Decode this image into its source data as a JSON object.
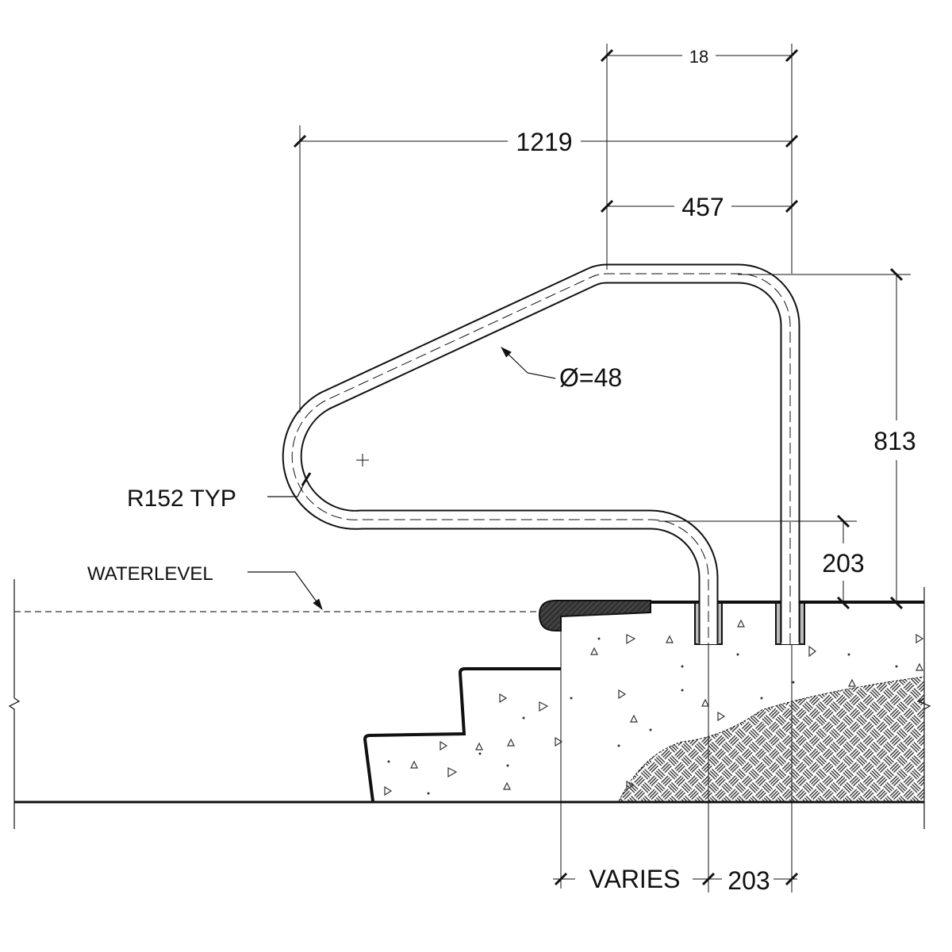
{
  "dimensions": {
    "top_spacing": "18",
    "overall_length": "1219",
    "top_run": "457",
    "height": "813",
    "lower_height": "203",
    "varies": "VARIES",
    "leg_spacing": "203"
  },
  "labels": {
    "diameter": "Ø=48",
    "radius": "R152 TYP",
    "water_level": "WATERLEVEL"
  },
  "colors": {
    "line": "#111111",
    "background": "#ffffff"
  }
}
